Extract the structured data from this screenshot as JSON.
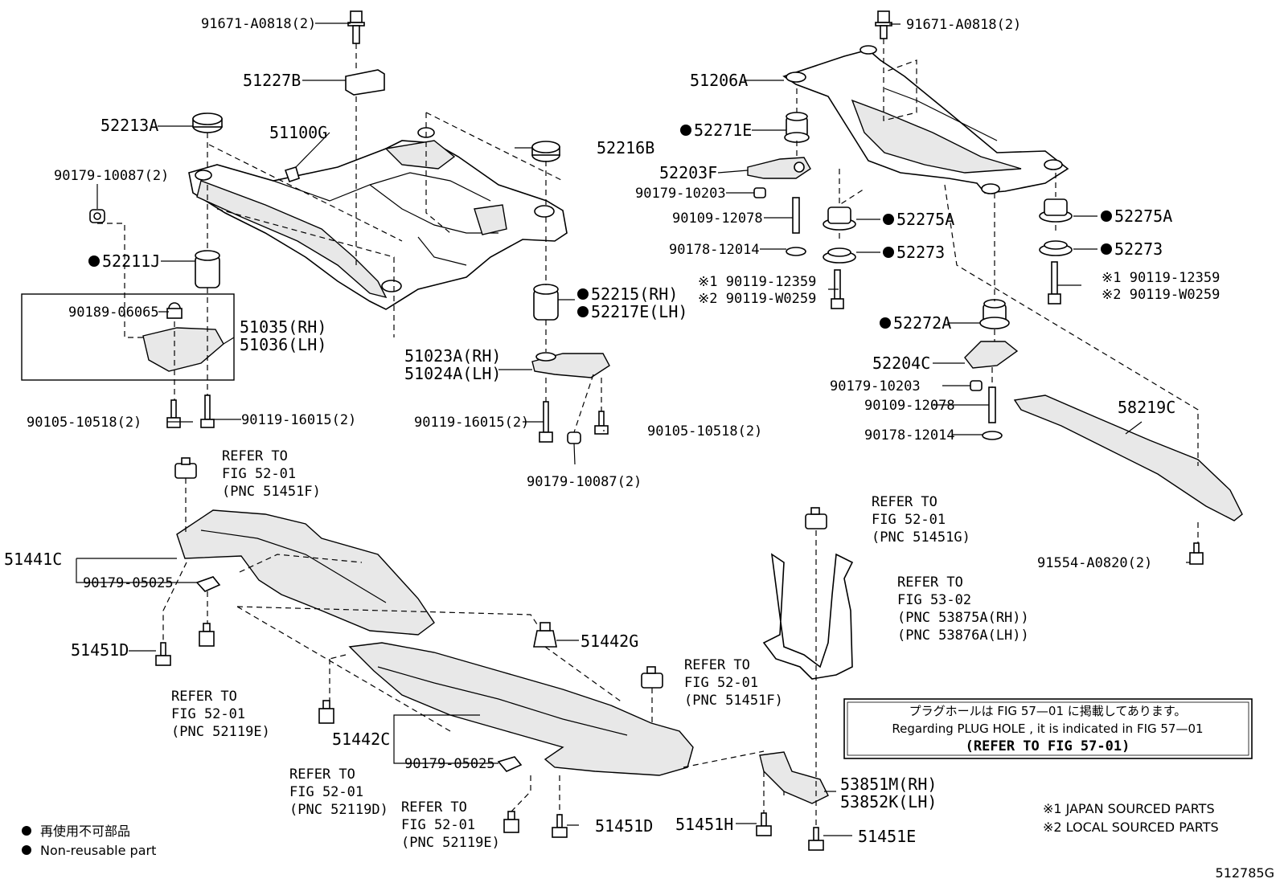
{
  "labels": {
    "p91671_l": "91671-A0818(2)",
    "p51227B": "51227B",
    "p52213A": "52213A",
    "p51100G": "51100G",
    "p90179_10087_l": "90179-10087(2)",
    "p52216B": "52216B",
    "p52211J": "52211J",
    "p90189": "90189-06065",
    "p51035": "51035(RH)",
    "p51036": "51036(LH)",
    "p52215": "52215(RH)",
    "p52217E": "52217E(LH)",
    "p51023A": "51023A(RH)",
    "p51024A": "51024A(LH)",
    "p90105_l": "90105-10518(2)",
    "p90119_16015_l": "90119-16015(2)",
    "p90119_16015_m": "90119-16015(2)",
    "p90105_r": "90105-10518(2)",
    "p90179_10087_m": "90179-10087(2)",
    "p91671_r": "91671-A0818(2)",
    "p51206A": "51206A",
    "p52271E": "52271E",
    "p52203F": "52203F",
    "p90179_10203_a": "90179-10203",
    "p90109_12078_a": "90109-12078",
    "p90178_12014_a": "90178-12014",
    "p52275A_a": "52275A",
    "p52273_a": "52273",
    "p52275A_b": "52275A",
    "p52273_b": "52273",
    "p90119_12359_a": "※1 90119-12359",
    "p90119_W0259_a": "※2 90119-W0259",
    "p90119_12359_b": "※1 90119-12359",
    "p90119_W0259_b": "※2 90119-W0259",
    "p52272A": "52272A",
    "p52204C": "52204C",
    "p90179_10203_b": "90179-10203",
    "p90109_12078_b": "90109-12078",
    "p90178_12014_b": "90178-12014",
    "p58219C": "58219C",
    "p91554": "91554-A0820(2)",
    "p51441C": "51441C",
    "p90179_05025_a": "90179-05025",
    "p51451D_a": "51451D",
    "p51442G": "51442G",
    "p51442C": "51442C",
    "p90179_05025_b": "90179-05025",
    "p51451D_b": "51451D",
    "p51451H": "51451H",
    "p51451E": "51451E",
    "p53851M": "53851M(RH)",
    "p53852K": "53852K(LH)"
  },
  "refers": {
    "r1": [
      "REFER TO",
      "FIG 52-01",
      "(PNC 51451F)"
    ],
    "r2": [
      "REFER TO",
      "FIG 52-01",
      "(PNC 51451G)"
    ],
    "r3": [
      "REFER TO",
      "FIG 53-02",
      "(PNC 53875A(RH))",
      "(PNC 53876A(LH))"
    ],
    "r4": [
      "REFER TO",
      "FIG 52-01",
      "(PNC 51451F)"
    ],
    "r5": [
      "REFER TO",
      "FIG 52-01",
      "(PNC 52119E)"
    ],
    "r6": [
      "REFER TO",
      "FIG 52-01",
      "(PNC 52119D)"
    ],
    "r7": [
      "REFER TO",
      "FIG 52-01",
      "(PNC 52119E)"
    ]
  },
  "note_box": {
    "jp": "プラグホールは FIG 57—01 に掲載してあります。",
    "en": "Regarding  PLUG  HOLE , it is indicated in FIG  57—01",
    "ref": "(REFER TO FIG 57-01)"
  },
  "sourced": {
    "s1": "※1 JAPAN SOURCED PARTS",
    "s2": "※2 LOCAL SOURCED PARTS"
  },
  "legend": {
    "jp": "再使用不可部品",
    "en": "Non-reusable part"
  },
  "figure_id": "512785G"
}
